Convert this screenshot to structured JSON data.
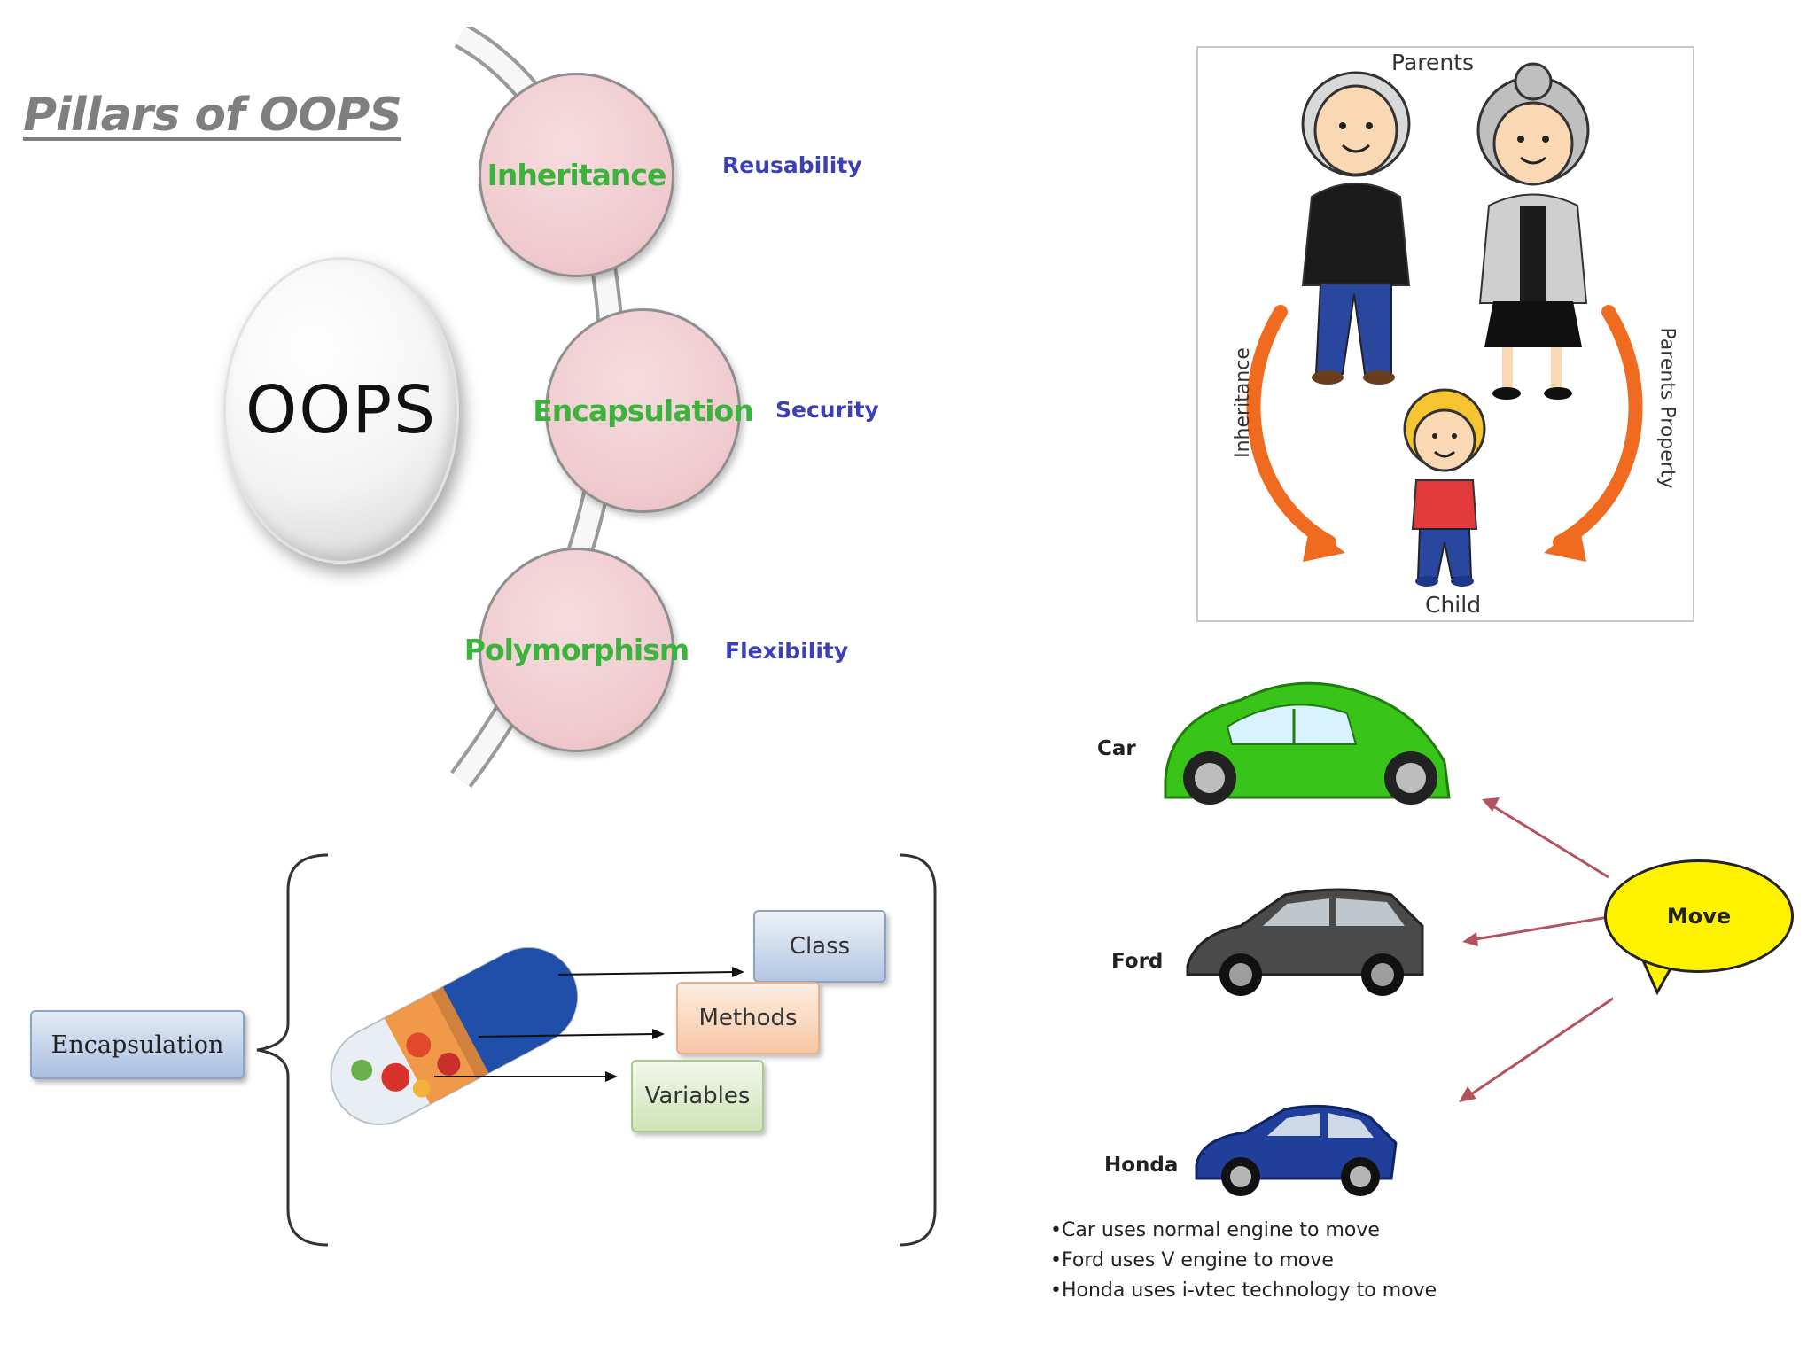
{
  "title": "Pillars of OOPS",
  "center": {
    "label": "OOPS"
  },
  "pillars": [
    {
      "label": "Inheritance",
      "benefit": "Reusability"
    },
    {
      "label": "Encapsulation",
      "benefit": "Security"
    },
    {
      "label": "Polymorphism",
      "benefit": "Flexibility"
    }
  ],
  "family": {
    "parents_label": "Parents",
    "child_label": "Child",
    "left_arrow_label": "Inheritance",
    "right_arrow_label": "Parents Property"
  },
  "encapsulation_diagram": {
    "label": "Encapsulation",
    "items": [
      "Class",
      "Methods",
      "Variables"
    ]
  },
  "polymorphism_diagram": {
    "cars": [
      "Car",
      "Ford",
      "Honda"
    ],
    "action": "Move",
    "notes": [
      "Car uses normal engine to move",
      "Ford uses V engine to move",
      "Honda uses i-vtec technology to move"
    ]
  },
  "colors": {
    "pillar_text": "#3cb33c",
    "benefit_text": "#3b3fb8",
    "arrow_orange": "#f06a1f",
    "move_bubble": "#fff200",
    "car_green": "#39c419",
    "poly_arrow": "#b4525f"
  }
}
